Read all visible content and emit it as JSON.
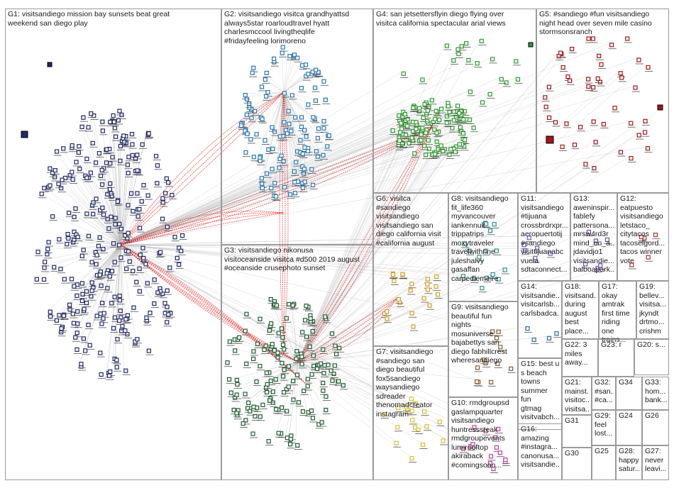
{
  "groups": [
    {
      "id": "G1",
      "label": "G1: visitsandiego mission bay sunsets beat great\nweekend san diego play",
      "color": "#1f2a6b"
    },
    {
      "id": "G2",
      "label": "G2: visitsandiego visitca grandhyattsd\nalways5star roarloudtravel hyatt\ncharlesmccool livingtheqlife\n#fridayfeeling lorimoreno",
      "color": "#2a78b5"
    },
    {
      "id": "G3",
      "label": "G3: visitsandiego nikonusa\nvisitoceanside visitca #d500 2019 august\n#oceanside crusephoto sunset",
      "color": "#1e5e2f"
    },
    {
      "id": "G4",
      "label": "G4: san jetsettersflyin diego flying over\nvisitca california spectacular arial views",
      "color": "#2f9b2f"
    },
    {
      "id": "G5",
      "label": "G5: #sandiego #fun visitsandiego\nnight head over seven mile casino\nstormsonsranch",
      "color": "#a01818"
    },
    {
      "id": "G6",
      "label": "G6: visitca\n#sandiego\nvisitsandiego\nvisitsandiego san\ndiego california visit\n#california august",
      "color": "#d4a020"
    },
    {
      "id": "G7",
      "label": "G7: visitsandiego\n#sandiego san\ndiego beautiful\nfox5sandiego\nwaysandiego\nsdreader\nthenomadcreator\ninstagram",
      "color": "#d8c030"
    },
    {
      "id": "G8",
      "label": "G8: visitsandiego\nfit_life360\nmyvancouver\niankennuk\ntrippatrips\nmoxytraveler\ntravelwithrine\njuleshalvy\ngasaffan\ncarpediemeire",
      "color": "#2f8f8f"
    },
    {
      "id": "G9",
      "label": "G9: visitsandiego\nbeautiful fun\nnights\nmosuniverse\nbajabettys san\ndiego fabhillcrest\nwheresandiego",
      "color": "#8a5a2a"
    },
    {
      "id": "G10",
      "label": "G10: rmdgroupsd\ngaslampquarter\nvisitsandiego\nhuntresssteak\nrmdgroupevents\nlumirooftop\nakiraback\n#comingsoon...",
      "color": "#c040a0"
    },
    {
      "id": "G11",
      "label": "G11:\nvisitsandiego\n#tijuana\ncrossbrdrxpr...\naeropuertotij\n#sandiego\nvisittijuanabc\nvuela\nsdtaconnect...",
      "color": "#6a5acd"
    },
    {
      "id": "G12",
      "label": "G12:\neatpuesto\nvisitsandiego\nletstaco_\ncitytacos\ntacoselgord...\ntacos winner\nvote",
      "color": "#b03030"
    },
    {
      "id": "G13",
      "label": "G13:\naweninspir...\nfablefy\npattersona...\nmrsw4rd3r\nmind_on_a...\njdavidjo1\nvisitsandie...\nbalboapark...",
      "color": "#7a4ab5"
    },
    {
      "id": "G14",
      "label": "G14:\nvisitsandie...\nvisitcarlsb...\ncarlsbadca...",
      "color": "#2a6aa0"
    },
    {
      "id": "G15",
      "label": "G15: best u\ns beach\ntowns\nsummer fun\ngtmag\nvisitvabch...",
      "color": "#808080"
    },
    {
      "id": "G16",
      "label": "G16:\namazing\n#instagra...\ncanonusa...\nvisitsandie...",
      "color": "#5a8a2a"
    },
    {
      "id": "G17",
      "label": "G17:\nokay\namtrak\nfirst time\nriding one\ntrains...",
      "color": "#c06020"
    },
    {
      "id": "G18",
      "label": "G18:\nvisitsand...\nduring\naugust\nbest\nplace...",
      "color": "#3a3a9a"
    },
    {
      "id": "G19",
      "label": "G19:\nbellev...\nvisitsa...\njkyndt\ndrtmo...\ncrishm",
      "color": "#2a7a5a"
    },
    {
      "id": "G20",
      "label": "G20: s...",
      "color": "#909090"
    },
    {
      "id": "G21",
      "label": "G21:\nmainst...\nvisitoc...\nvisitsa...",
      "color": "#5a5ad0"
    },
    {
      "id": "G22",
      "label": "G22: 3\nmiles\naway...",
      "color": "#d0a030"
    },
    {
      "id": "G23",
      "label": "G23: r",
      "color": "#8a2a8a"
    },
    {
      "id": "G24",
      "label": "G24",
      "color": "#2a5a8a"
    },
    {
      "id": "G25",
      "label": "G25",
      "color": "#2a2a5a"
    },
    {
      "id": "G26",
      "label": "G26",
      "color": "#2a5a8a"
    },
    {
      "id": "G27",
      "label": "G27:\nnever\nleavi...",
      "color": "#2a5a8a"
    },
    {
      "id": "G28",
      "label": "G28:\nhappy\nsatur...",
      "color": "#2a5a8a"
    },
    {
      "id": "G29",
      "label": "G29:\nfeel\nlost...",
      "color": "#2a5a8a"
    },
    {
      "id": "G30",
      "label": "G30",
      "color": "#5a8a2a"
    },
    {
      "id": "G31",
      "label": "G31",
      "color": "#5a8a2a"
    },
    {
      "id": "G32",
      "label": "G32:\n#san...\n#ca...",
      "color": "#3a3a9a"
    },
    {
      "id": "G33",
      "label": "G33:\nhom...\nbank...",
      "color": "#3a3a9a"
    },
    {
      "id": "G34",
      "label": "G34",
      "color": "#2a2a5a"
    }
  ],
  "colors": {
    "edge_gray": "#b8b8b8",
    "edge_red": "#e01818",
    "node_border": "#1a1a1a",
    "panel_border": "#9a9a9a"
  }
}
